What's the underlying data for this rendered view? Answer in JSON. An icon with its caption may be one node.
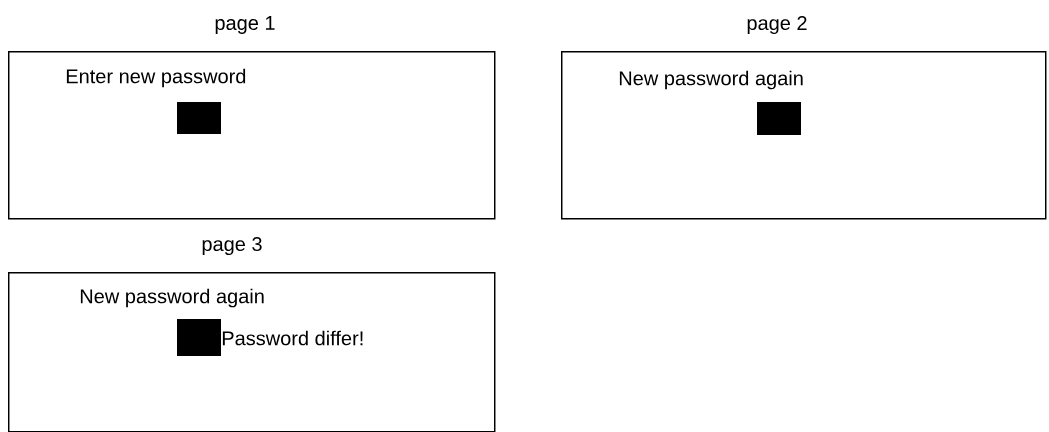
{
  "diagram": {
    "nodes": [
      {
        "text": [
          "page 1",
          "Enter new password"
        ]
      },
      {
        "text": [
          "page 2",
          "New password again"
        ]
      },
      {
        "text": [
          "page 3",
          "New password again",
          "Password differ!"
        ]
      }
    ]
  }
}
